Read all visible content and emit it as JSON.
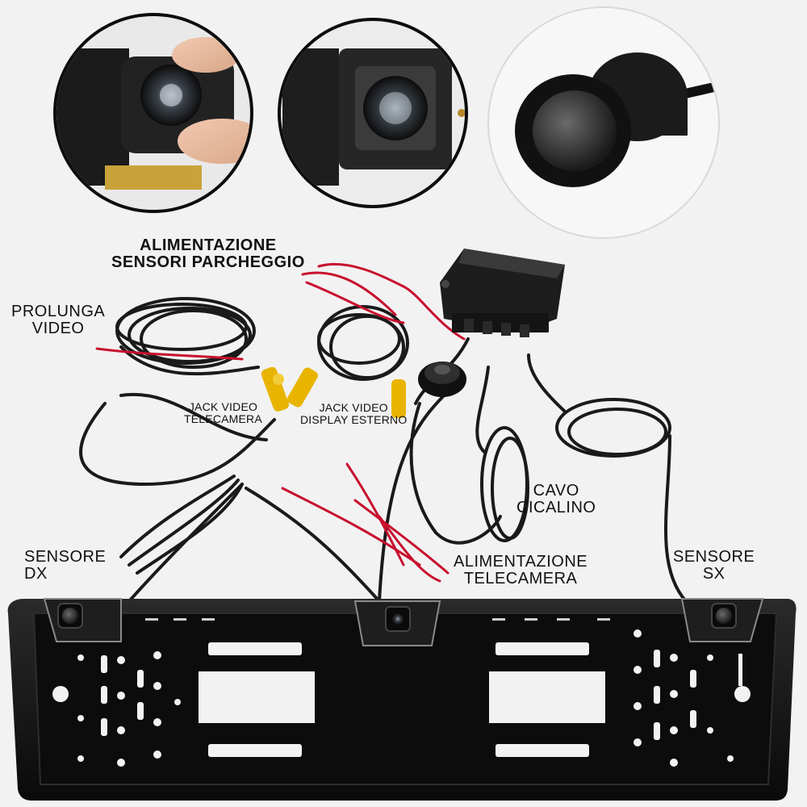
{
  "labels": {
    "alimentazione_sensori": [
      "ALIMENTAZIONE",
      "SENSORI PARCHEGGIO"
    ],
    "prolunga_video": [
      "PROLUNGA",
      "VIDEO"
    ],
    "jack_video_telecamera": [
      "JACK VIDEO",
      "TELECAMERA"
    ],
    "jack_video_display": [
      "JACK VIDEO",
      "DISPLAY ESTERNO"
    ],
    "cavo_cicalino": [
      "CAVO",
      "CICALINO"
    ],
    "sensore_dx": [
      "SENSORE",
      "DX"
    ],
    "alimentazione_telecamera": [
      "ALIMENTAZIONE",
      "TELECAMERA"
    ],
    "sensore_sx": [
      "SENSORE",
      "SX"
    ]
  },
  "colors": {
    "background": "#f2f2f2",
    "frame": "#141414",
    "cable_black": "#1a1a1a",
    "cable_red": "#c8102e",
    "connector_yellow": "#e8b400",
    "photo_ring": "#0d0d0d"
  },
  "icons": [
    "camera-closeup-photo",
    "camera-lens-photo",
    "parking-sensor-photo",
    "control-box",
    "buzzer",
    "license-plate-frame"
  ]
}
